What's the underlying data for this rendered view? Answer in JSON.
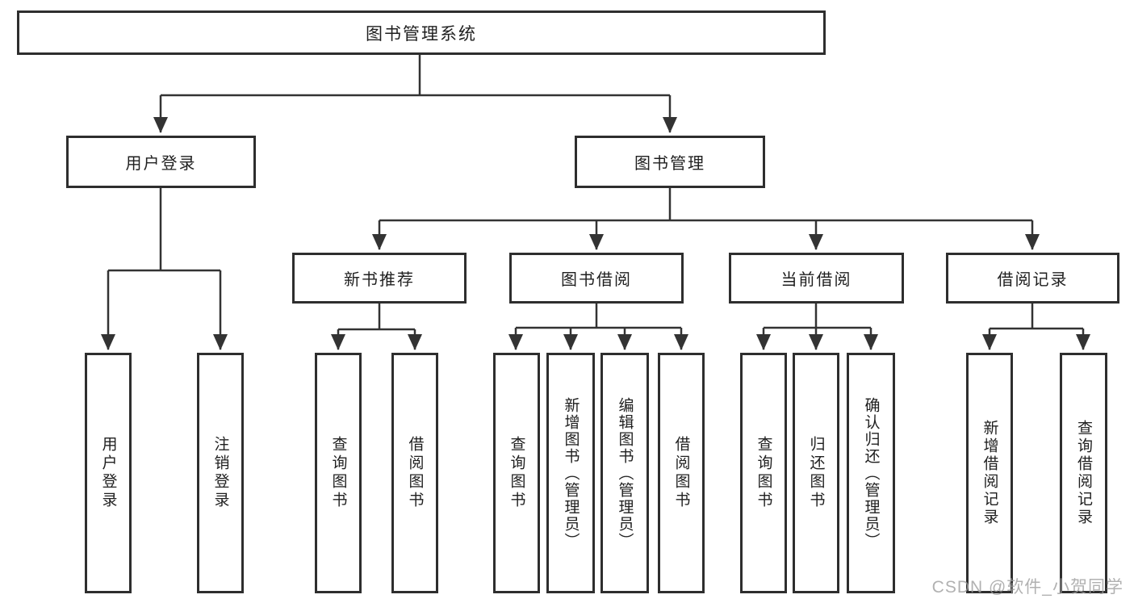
{
  "diagram": {
    "root": {
      "label": "图书管理系统"
    },
    "branches": [
      {
        "label": "用户登录",
        "children": [
          {
            "label": "用户登录"
          },
          {
            "label": "注销登录"
          }
        ]
      },
      {
        "label": "图书管理",
        "children": [
          {
            "label": "新书推荐",
            "children": [
              {
                "label": "查询图书"
              },
              {
                "label": "借阅图书"
              }
            ]
          },
          {
            "label": "图书借阅",
            "children": [
              {
                "label": "查询图书"
              },
              {
                "label": "新增图书（管理员）"
              },
              {
                "label": "编辑图书（管理员）"
              },
              {
                "label": "借阅图书"
              }
            ]
          },
          {
            "label": "当前借阅",
            "children": [
              {
                "label": "查询图书"
              },
              {
                "label": "归还图书"
              },
              {
                "label": "确认归还（管理员）"
              }
            ]
          },
          {
            "label": "借阅记录",
            "children": [
              {
                "label": "新增借阅记录"
              },
              {
                "label": "查询借阅记录"
              }
            ]
          }
        ]
      }
    ],
    "colors": {
      "line": "#333333",
      "box_border": "#2e2e2e",
      "text": "#1f1f1f"
    }
  },
  "watermark": {
    "text": "CSDN @软件_小贺同学",
    "color": "#9e9e9e"
  }
}
